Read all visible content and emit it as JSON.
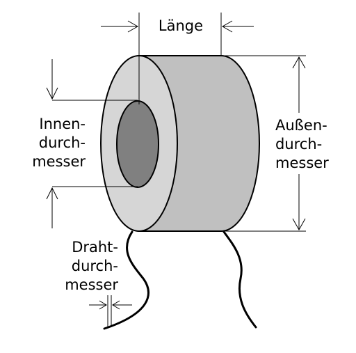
{
  "labels": {
    "laenge": "Länge",
    "innen": [
      "Innen-",
      "durch-",
      "messer"
    ],
    "aussen": [
      "Außen-",
      "durch-",
      "messer"
    ],
    "draht": [
      "Draht-",
      "durch-",
      "messer"
    ]
  },
  "colors": {
    "background": "#ffffff",
    "outline": "#000000",
    "front_face": "#d6d6d6",
    "cylinder_body": "#c0c0c0",
    "inner_hole": "#808080"
  }
}
